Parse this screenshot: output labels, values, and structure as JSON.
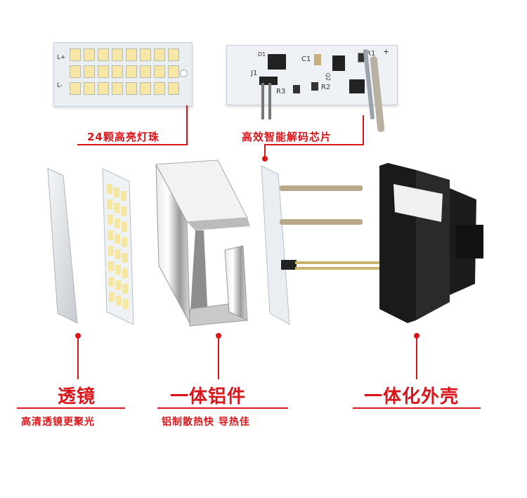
{
  "callouts": {
    "leds": "24颗高亮灯珠",
    "chip": "高效智能解码芯片"
  },
  "parts": {
    "lens": {
      "title": "透镜",
      "subtitle": "高清透镜更聚光"
    },
    "aluminum": {
      "title": "一体铝件",
      "subtitle": "铝制散热快 导热佳"
    },
    "housing": {
      "title": "一体化外壳",
      "subtitle": ""
    }
  },
  "pcb_labels": {
    "led_plus": "L+",
    "led_minus": "L-",
    "d1": "D1",
    "c1": "C1",
    "r1": "R1",
    "plus": "+",
    "j1": "J1",
    "r3": "R3",
    "r2": "R2",
    "q2": "Q2"
  },
  "colors": {
    "accent": "#d9161c"
  }
}
